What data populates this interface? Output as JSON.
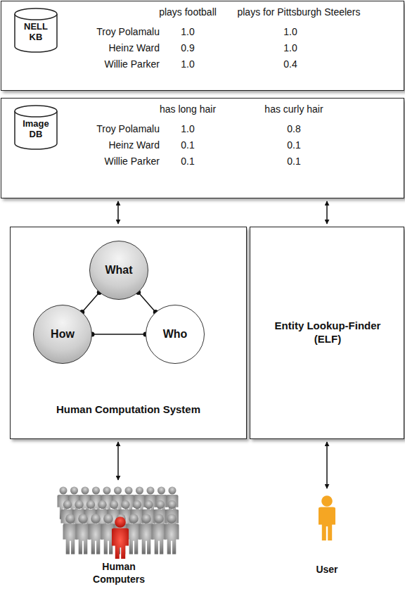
{
  "diagram": {
    "nodes": [
      {
        "text": [
          "NELL KB"
        ]
      },
      {
        "text": [
          "Image DB"
        ]
      },
      {
        "text": [
          "Human Computation System"
        ]
      },
      {
        "text": [
          "What"
        ],
        "in": 2
      },
      {
        "text": [
          "How"
        ],
        "in": 2
      },
      {
        "text": [
          "Who"
        ],
        "in": 2
      },
      {
        "text": [
          "Entity Lookup-Finder (ELF)"
        ]
      },
      {
        "text": [
          "Human Computers"
        ]
      },
      {
        "text": [
          "User"
        ]
      }
    ],
    "edges": [
      {
        "from": 1,
        "to": 2,
        "arrow": "both"
      },
      {
        "from": 1,
        "to": 6,
        "arrow": "both"
      },
      {
        "from": 3,
        "to": 4,
        "arrow": "none"
      },
      {
        "from": 3,
        "to": 5,
        "arrow": "none"
      },
      {
        "from": 4,
        "to": 5,
        "arrow": "none"
      },
      {
        "from": 2,
        "to": 7,
        "arrow": "both"
      },
      {
        "from": 6,
        "to": 8,
        "arrow": "both"
      }
    ],
    "labels": [
      "plays football",
      "plays for Pittsburgh Steelers",
      "Troy Polamalu",
      "1.0",
      "1.0",
      "Heinz Ward",
      "0.9",
      "1.0",
      "Willie Parker",
      "1.0",
      "0.4",
      "has long hair",
      "has curly hair",
      "Troy Polamalu",
      "1.0",
      "0.8",
      "Heinz Ward",
      "0.1",
      "0.1",
      "Willie Parker",
      "0.1",
      "0.1"
    ]
  }
}
